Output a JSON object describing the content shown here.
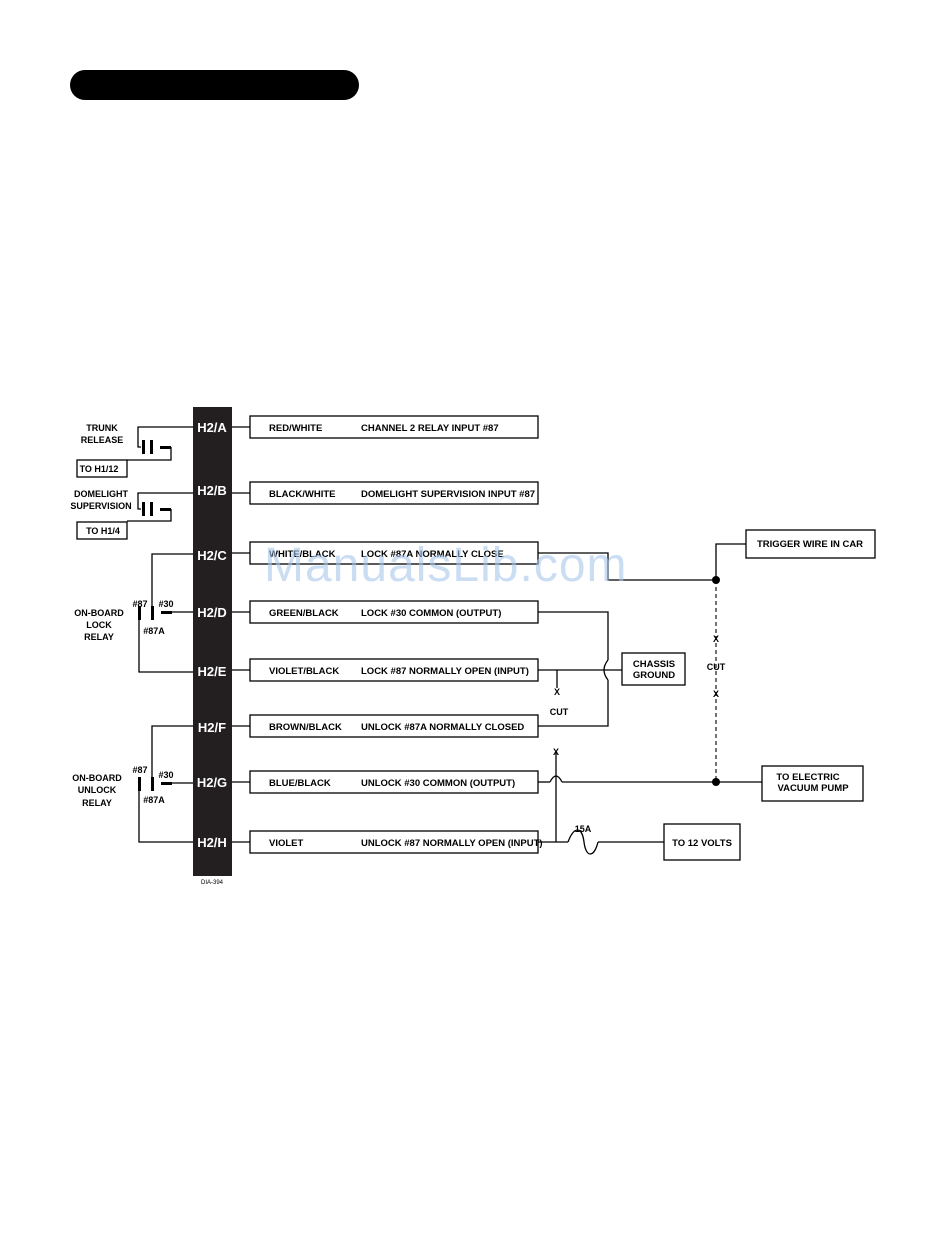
{
  "pins": [
    {
      "id": "H2/A",
      "color": "RED/WHITE",
      "desc": "CHANNEL 2 RELAY INPUT #87"
    },
    {
      "id": "H2/B",
      "color": "BLACK/WHITE",
      "desc": "DOMELIGHT SUPERVISION INPUT #87"
    },
    {
      "id": "H2/C",
      "color": "WHITE/BLACK",
      "desc": "LOCK #87A NORMALLY CLOSE"
    },
    {
      "id": "H2/D",
      "color": "GREEN/BLACK",
      "desc": "LOCK #30 COMMON (OUTPUT)"
    },
    {
      "id": "H2/E",
      "color": "VIOLET/BLACK",
      "desc": "LOCK #87 NORMALLY OPEN (INPUT)"
    },
    {
      "id": "H2/F",
      "color": "BROWN/BLACK",
      "desc": "UNLOCK #87A NORMALLY CLOSED"
    },
    {
      "id": "H2/G",
      "color": "BLUE/BLACK",
      "desc": "UNLOCK #30 COMMON (OUTPUT)"
    },
    {
      "id": "H2/H",
      "color": "VIOLET",
      "desc": "UNLOCK #87 NORMALLY OPEN (INPUT)"
    }
  ],
  "left": {
    "trunk_line1": "TRUNK",
    "trunk_line2": "RELEASE",
    "trunk_to": "TO H1/12",
    "dome_line1": "DOMELIGHT",
    "dome_line2": "SUPERVISION",
    "dome_to": "TO H1/4",
    "lock_relay": [
      "ON-BOARD",
      "LOCK",
      "RELAY"
    ],
    "unlock_relay": [
      "ON-BOARD",
      "UNLOCK",
      "RELAY"
    ],
    "term_87": "#87",
    "term_30": "#30",
    "term_87a": "#87A"
  },
  "right": {
    "trigger": "TRIGGER WIRE IN CAR",
    "chassis_line1": "CHASSIS",
    "chassis_line2": "GROUND",
    "vacuum_line1": "TO ELECTRIC",
    "vacuum_line2": "VACUUM PUMP",
    "volts": "TO 12 VOLTS",
    "fuse": "15A",
    "cut": "CUT",
    "x": "X"
  },
  "diagram_id": "DIA-394",
  "watermark": "ManualsLib.com",
  "colors": {
    "ink": "#000000",
    "watermark": "#a9c7ec"
  }
}
